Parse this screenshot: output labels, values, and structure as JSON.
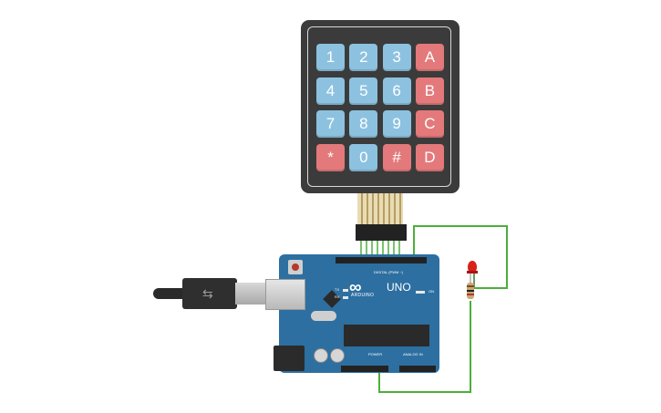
{
  "keypad": {
    "rows": [
      [
        {
          "label": "1",
          "kind": "num"
        },
        {
          "label": "2",
          "kind": "num"
        },
        {
          "label": "3",
          "kind": "num"
        },
        {
          "label": "A",
          "kind": "ltr"
        }
      ],
      [
        {
          "label": "4",
          "kind": "num"
        },
        {
          "label": "5",
          "kind": "num"
        },
        {
          "label": "6",
          "kind": "num"
        },
        {
          "label": "B",
          "kind": "ltr"
        }
      ],
      [
        {
          "label": "7",
          "kind": "num"
        },
        {
          "label": "8",
          "kind": "num"
        },
        {
          "label": "9",
          "kind": "num"
        },
        {
          "label": "C",
          "kind": "ltr"
        }
      ],
      [
        {
          "label": "*",
          "kind": "ltr"
        },
        {
          "label": "0",
          "kind": "num"
        },
        {
          "label": "#",
          "kind": "ltr"
        },
        {
          "label": "D",
          "kind": "ltr"
        }
      ]
    ],
    "colors": {
      "body": "#3b3b3b",
      "number_key": "#8cc2e0",
      "letter_key": "#e3797b"
    }
  },
  "board": {
    "logo": "∞",
    "brand": "ARDUINO",
    "model": "UNO",
    "digital_label": "DIGITAL (PWM ~)",
    "power_label": "POWER",
    "analog_label": "ANALOG IN",
    "tx_label": "TX",
    "rx_label": "RX",
    "on_label": "ON",
    "color": "#2d6fa1"
  },
  "wires": {
    "color": "#4caf3a"
  },
  "led": {
    "color": "#d9201a"
  }
}
